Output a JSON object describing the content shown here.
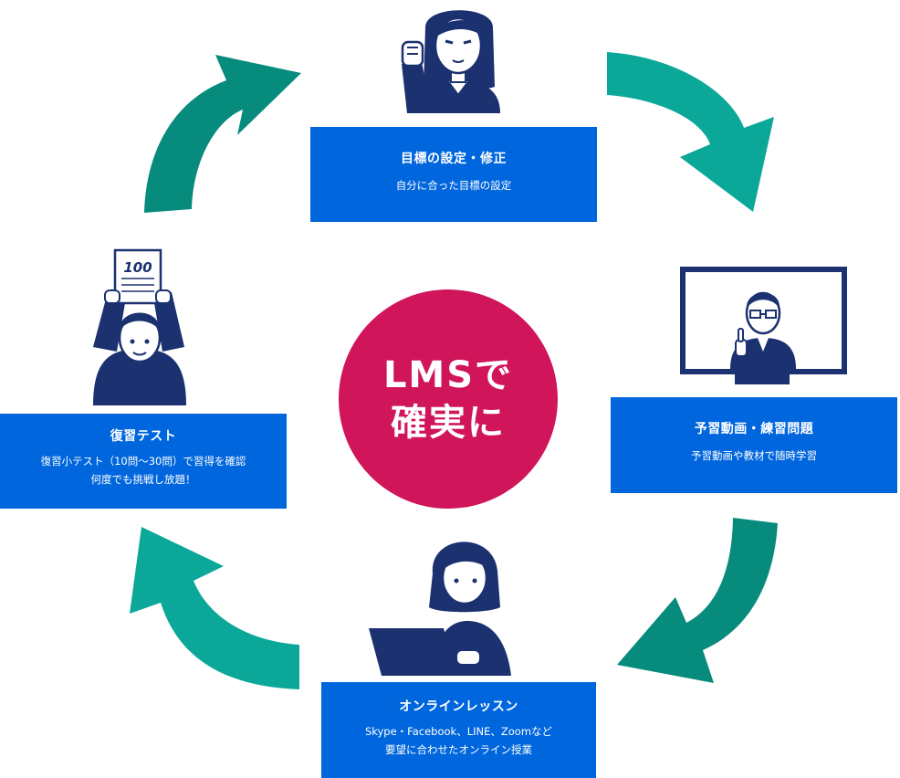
{
  "center": {
    "line1": "LMSで",
    "line2": "確実に"
  },
  "steps": {
    "goal": {
      "title": "目標の設定・修正",
      "desc": "自分に合った目標の設定"
    },
    "prep": {
      "title": "予習動画・練習問題",
      "desc": "予習動画や教材で随時学習"
    },
    "online": {
      "title": "オンラインレッスン",
      "desc1": "Skype・Facebook、LINE、Zoomなど",
      "desc2": "要望に合わせたオンライン授業"
    },
    "test": {
      "title": "復習テスト",
      "desc1": "復習小テスト（10問〜30問）で習得を確認",
      "desc2": "何度でも挑戦し放題！"
    }
  },
  "illustrations": {
    "paper_text": "100"
  },
  "colors": {
    "box_blue": "#0066dd",
    "navy": "#1b3170",
    "teal_light": "#0aa99a",
    "teal_dark": "#068a7c",
    "magenta": "#d0155a",
    "skin": "#ffffff"
  }
}
